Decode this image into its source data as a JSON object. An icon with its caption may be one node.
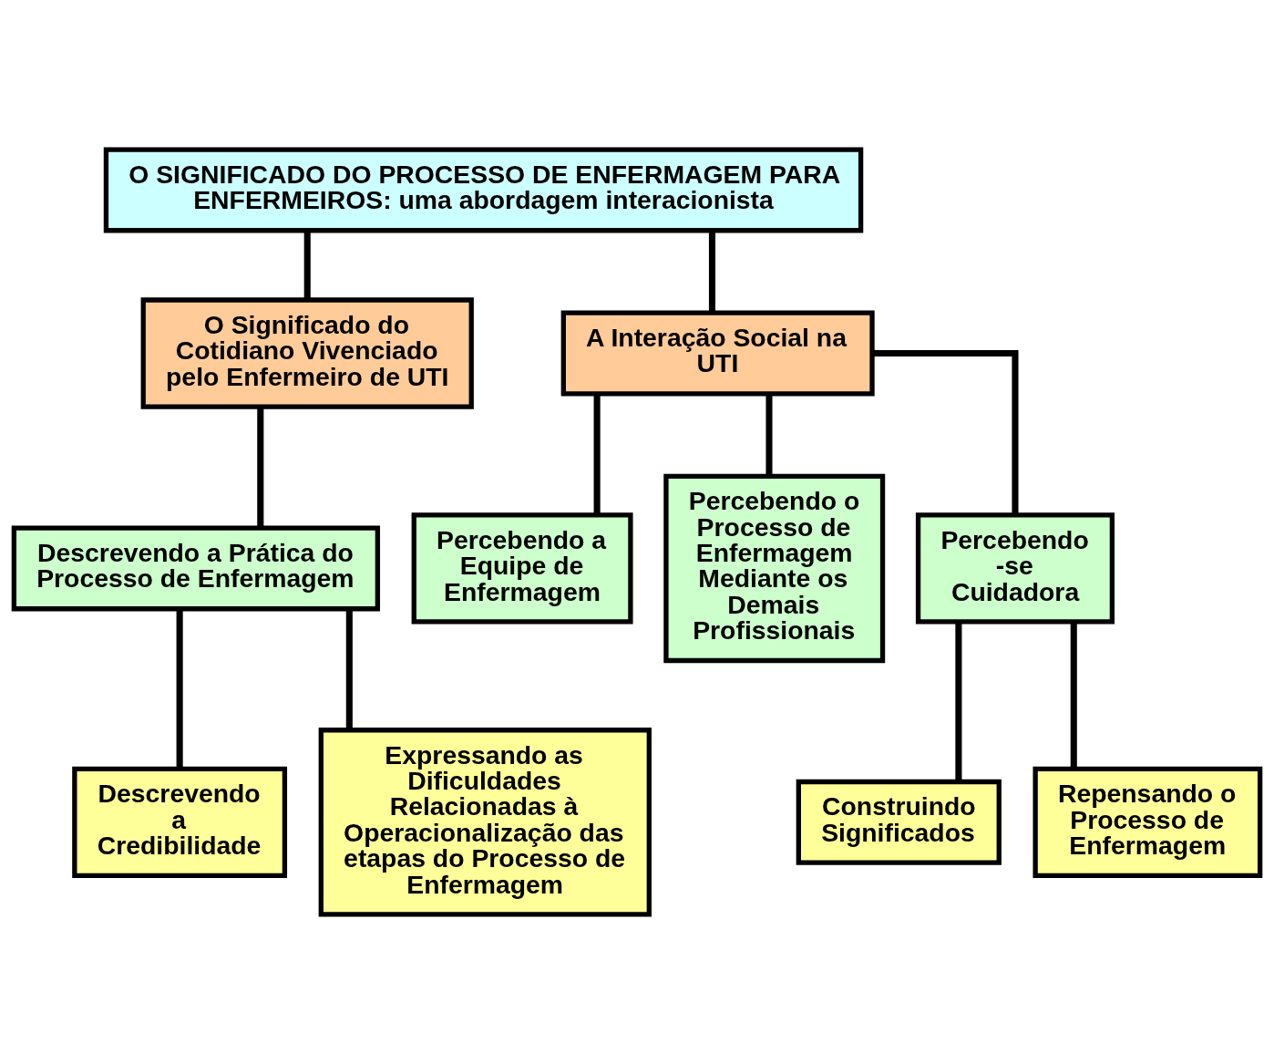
{
  "diagram": {
    "nodes": [
      {
        "text": [
          "O SIGNIFICADO DO PROCESSO DE ENFERMAGEM PARA ENFERMEIROS: uma abordagem interacionista"
        ]
      },
      {
        "text": [
          "O Significado do Cotidiano Vivenciado pelo Enfermeiro de UTI"
        ]
      },
      {
        "text": [
          "A Interação Social na UTI"
        ]
      },
      {
        "text": [
          "Descrevendo a Prática do Processo de Enfermagem"
        ]
      },
      {
        "text": [
          "Descrevendo a Credibilidade"
        ]
      },
      {
        "text": [
          "Expressando as Dificuldades Relacionadas à Operacionalização das etapas do Processo de Enfermagem"
        ]
      },
      {
        "text": [
          "Percebendo a Equipe de Enfermagem"
        ]
      },
      {
        "text": [
          "Percebendo o Processo de Enfermagem Mediante os Demais Profissionais"
        ]
      },
      {
        "text": [
          "Percebendo -se Cuidadora"
        ]
      },
      {
        "text": [
          "Construindo Significados"
        ]
      },
      {
        "text": [
          "Repensando o Processo de Enfermagem"
        ]
      }
    ],
    "edges": [
      {
        "from": 0,
        "to": 1,
        "arrow": "none"
      },
      {
        "from": 0,
        "to": 2,
        "arrow": "none"
      },
      {
        "from": 1,
        "to": 3,
        "arrow": "none"
      },
      {
        "from": 3,
        "to": 4,
        "arrow": "none"
      },
      {
        "from": 3,
        "to": 5,
        "arrow": "none"
      },
      {
        "from": 2,
        "to": 6,
        "arrow": "none"
      },
      {
        "from": 2,
        "to": 7,
        "arrow": "none"
      },
      {
        "from": 2,
        "to": 8,
        "arrow": "none"
      },
      {
        "from": 8,
        "to": 9,
        "arrow": "none"
      },
      {
        "from": 8,
        "to": 10,
        "arrow": "none"
      }
    ]
  }
}
